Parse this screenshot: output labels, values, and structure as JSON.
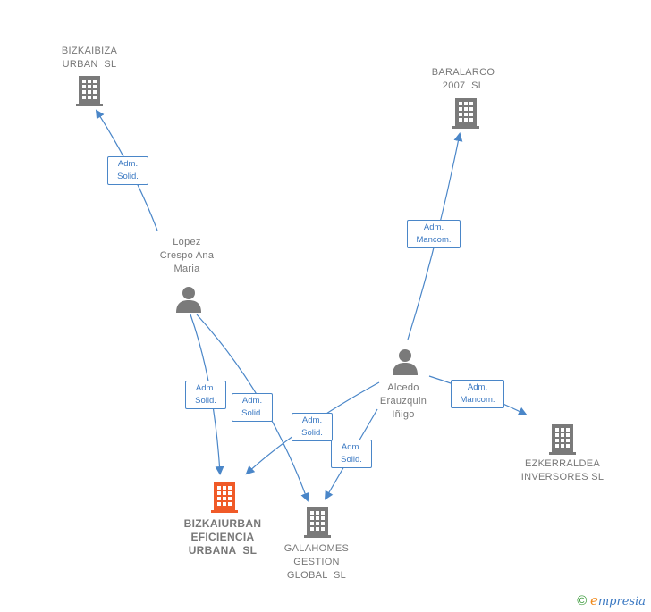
{
  "nodes": {
    "bizkaibiza": {
      "label": "BIZKAIBIZA\nURBAN  SL",
      "type": "company"
    },
    "baralarco": {
      "label": "BARALARCO\n2007  SL",
      "type": "company"
    },
    "lopez": {
      "label": "Lopez\nCrespo Ana\nMaria",
      "type": "person"
    },
    "alcedo": {
      "label": "Alcedo\nErauzquin\nIñigo",
      "type": "person"
    },
    "bizkaiurban": {
      "label": "BIZKAIURBAN\nEFICIENCIA\nURBANA  SL",
      "type": "company-main"
    },
    "galahomes": {
      "label": "GALAHOMES\nGESTION\nGLOBAL  SL",
      "type": "company"
    },
    "ezkerraldea": {
      "label": "EZKERRALDEA\nINVERSORES SL",
      "type": "company"
    }
  },
  "edges": [
    {
      "id": "lopez-bizkaibiza",
      "label": "Adm.\nSolid."
    },
    {
      "id": "alcedo-baralarco",
      "label": "Adm.\nMancom."
    },
    {
      "id": "lopez-bizkaiurban",
      "label": "Adm.\nSolid."
    },
    {
      "id": "lopez-galahomes",
      "label": "Adm.\nSolid."
    },
    {
      "id": "alcedo-bizkaiurban",
      "label": "Adm.\nSolid."
    },
    {
      "id": "alcedo-galahomes",
      "label": "Adm.\nSolid."
    },
    {
      "id": "alcedo-ezkerraldea",
      "label": "Adm.\nMancom."
    }
  ],
  "colors": {
    "edge": "#4a86c8",
    "icon": "#7a7a7a",
    "main_icon": "#f05a28"
  },
  "watermark": {
    "copyright": "©",
    "brand_initial": "e",
    "brand_rest": "mpresia"
  }
}
